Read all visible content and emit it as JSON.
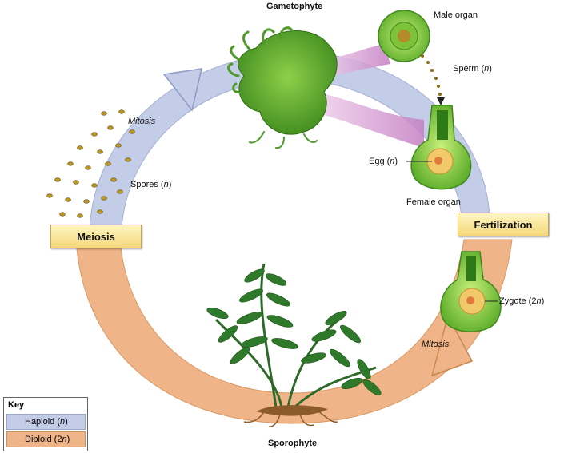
{
  "labels": {
    "gametophyte": "Gametophyte",
    "male_organ": "Male organ",
    "sperm": "Sperm (",
    "sperm_n": "n",
    "sperm_close": ")",
    "mitosis_top": "Mitosis",
    "spores": "Spores (",
    "spores_n": "n",
    "spores_close": ")",
    "egg": "Egg (",
    "egg_n": "n",
    "egg_close": ")",
    "female_organ": "Female organ",
    "zygote": "Zygote (2",
    "zygote_n": "n",
    "zygote_close": ")",
    "mitosis_bottom": "Mitosis",
    "sporophyte": "Sporophyte"
  },
  "stages": {
    "meiosis": "Meiosis",
    "fertilization": "Fertilization"
  },
  "key": {
    "title": "Key",
    "haploid_label": "Haploid (",
    "haploid_n": "n",
    "haploid_close": ")",
    "diploid_label": "Diploid (2",
    "diploid_n": "n",
    "diploid_close": ")"
  },
  "colors": {
    "haploid": "#c3cde8",
    "diploid": "#efb487",
    "plant_green": "#4f9a2a",
    "fern_green": "#2e6a2a",
    "stage_box": "#f7dc86"
  }
}
